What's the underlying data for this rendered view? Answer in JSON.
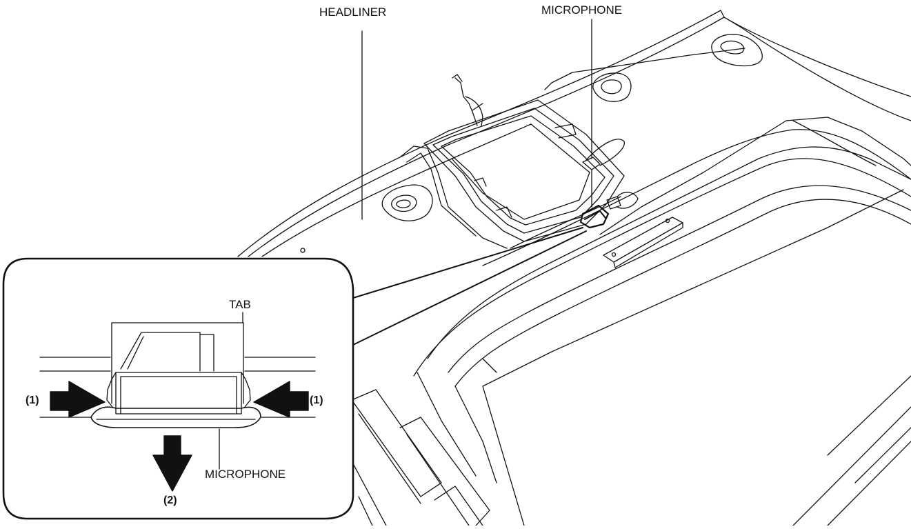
{
  "labels": {
    "headliner": "HEADLINER",
    "microphone_top": "MICROPHONE",
    "tab": "TAB",
    "microphone_detail": "MICROPHONE",
    "step_left": "(1)",
    "step_right": "(1)",
    "step_down": "(2)"
  },
  "colors": {
    "line": "#111111",
    "fill": "#ffffff"
  }
}
